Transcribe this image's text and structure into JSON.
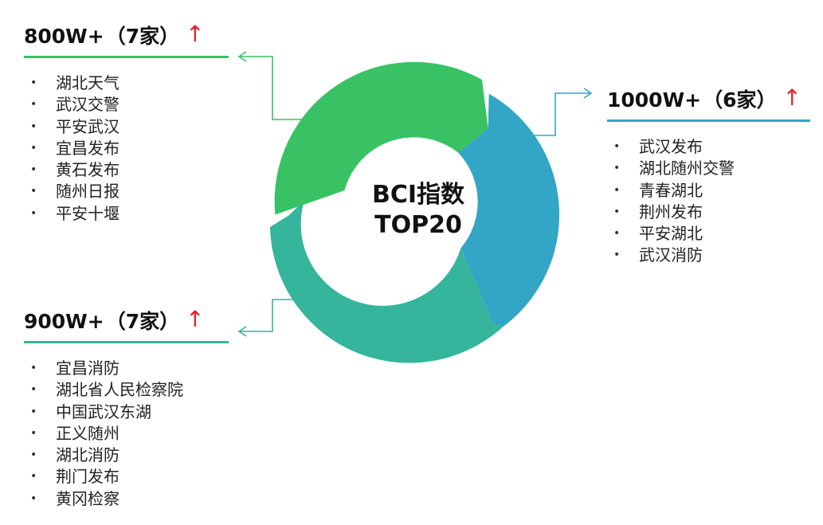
{
  "center": {
    "line1": "BCI指数",
    "line2": "TOP20"
  },
  "colors": {
    "green": "#38c264",
    "teal": "#34b59c",
    "blue": "#33a5c5",
    "alert_red": "#e8202a"
  },
  "groups": [
    {
      "label": "800W+",
      "count": "（7家）",
      "trend_icon": "red-up-arrow",
      "items": [
        "湖北天气",
        "武汉交警",
        "平安武汉",
        "宜昌发布",
        "黄石发布",
        "随州日报",
        "平安十堰"
      ]
    },
    {
      "label": "1000W+",
      "count": "（6家）",
      "trend_icon": "red-up-arrow",
      "items": [
        "武汉发布",
        "湖北随州交警",
        "青春湖北",
        "荆州发布",
        "平安湖北",
        "武汉消防"
      ]
    },
    {
      "label": "900W+",
      "count": "（7家）",
      "trend_icon": "red-up-arrow",
      "items": [
        "宜昌消防",
        "湖北省人民检察院",
        "中国武汉东湖",
        "正义随州",
        "湖北消防",
        "荆门发布",
        "黄冈检察"
      ]
    }
  ]
}
